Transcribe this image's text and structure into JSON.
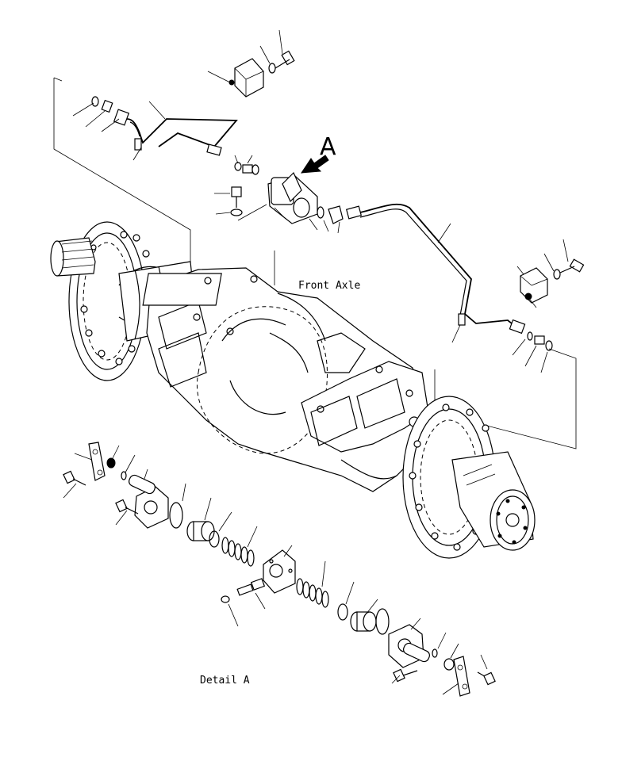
{
  "labels": {
    "view_letter": "A",
    "front_axle": "Front Axle",
    "detail": "Detail A"
  },
  "colors": {
    "ink": "#000000",
    "paper": "#ffffff"
  }
}
